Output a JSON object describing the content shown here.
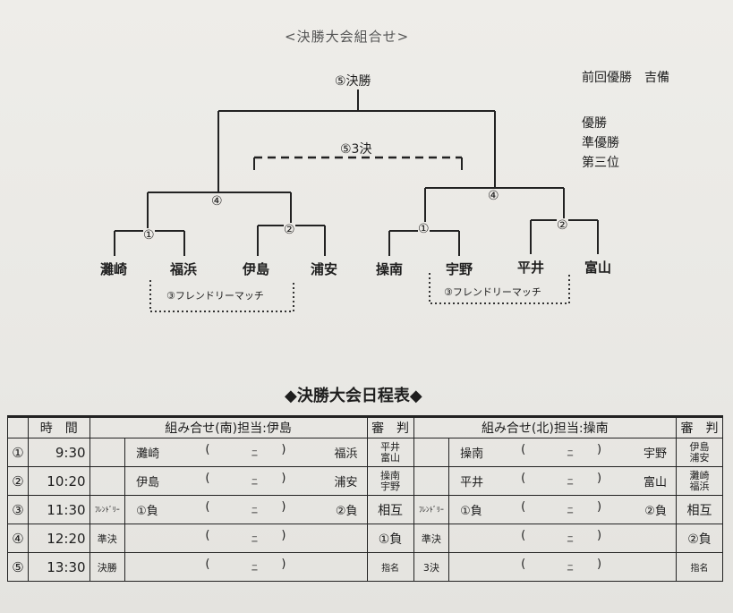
{
  "bracket": {
    "title": "<決勝大会組合せ>",
    "final_label": "⑤決勝",
    "third_place_label": "⑤3決",
    "semi_label_left": "④",
    "semi_label_right": "④",
    "r1_labels": [
      "①",
      "②",
      "①",
      "②"
    ],
    "teams": [
      "灘崎",
      "福浜",
      "伊島",
      "浦安",
      "操南",
      "宇野",
      "平井",
      "富山"
    ],
    "friendly_left": "③フレンドリーマッチ",
    "friendly_right": "③フレンドリーマッチ",
    "previous_winner": "前回優勝　吉備",
    "results": [
      "優勝",
      "準優勝",
      "第三位"
    ]
  },
  "schedule": {
    "title": "◆決勝大会日程表◆",
    "header": {
      "time": "時　間",
      "south": "組み合せ(南)担当:伊島",
      "referee_south": "審　判",
      "north": "組み合せ(北)担当:操南",
      "referee_north": "審　判"
    },
    "rows": [
      {
        "no": "①",
        "time": "9:30",
        "s_tag": "",
        "s_left": "灘崎",
        "s_right": "福浜",
        "s_ref": [
          "平井",
          "富山"
        ],
        "n_tag": "",
        "n_left": "操南",
        "n_right": "宇野",
        "n_ref": [
          "伊島",
          "浦安"
        ]
      },
      {
        "no": "②",
        "time": "10:20",
        "s_tag": "",
        "s_left": "伊島",
        "s_right": "浦安",
        "s_ref": [
          "操南",
          "宇野"
        ],
        "n_tag": "",
        "n_left": "平井",
        "n_right": "富山",
        "n_ref": [
          "灘崎",
          "福浜"
        ]
      },
      {
        "no": "③",
        "time": "11:30",
        "s_tag": "ﾌﾚﾝﾄﾞﾘｰ",
        "s_left": "①負",
        "s_right": "②負",
        "s_ref": [
          "相互"
        ],
        "n_tag": "ﾌﾚﾝﾄﾞﾘｰ",
        "n_left": "①負",
        "n_right": "②負",
        "n_ref": [
          "相互"
        ]
      },
      {
        "no": "④",
        "time": "12:20",
        "s_tag": "準決",
        "s_left": "",
        "s_right": "",
        "s_ref": [
          "①負"
        ],
        "n_tag": "準決",
        "n_left": "",
        "n_right": "",
        "n_ref": [
          "②負"
        ]
      },
      {
        "no": "⑤",
        "time": "13:30",
        "s_tag": "決勝",
        "s_left": "",
        "s_right": "",
        "s_ref": [
          "指名"
        ],
        "n_tag": "3決",
        "n_left": "",
        "n_right": "",
        "n_ref": [
          "指名"
        ]
      }
    ],
    "score": {
      "open": "(",
      "dash": "_",
      "minus": "−",
      "close": ")"
    }
  }
}
